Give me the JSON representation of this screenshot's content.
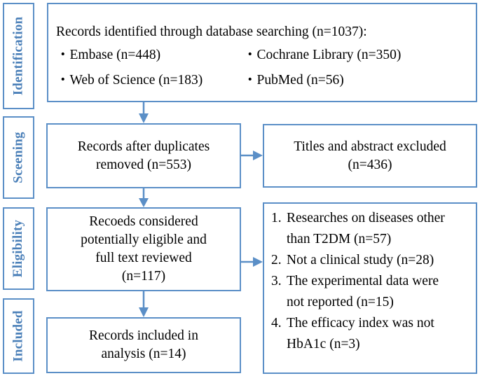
{
  "stages": {
    "identification": "Identification",
    "screening": "Sceening",
    "eligibility": "Eligibility",
    "included": "Included"
  },
  "identification_box": {
    "title": "Records identified through database searching (n=1037):",
    "sources": [
      "・Embase (n=448)",
      "・Cochrane Library (n=350)",
      "・Web of Science (n=183)",
      "・PubMed (n=56)"
    ]
  },
  "duplicates_box": {
    "line1": "Records after duplicates",
    "line2": "removed  (n=553)"
  },
  "excluded_box": {
    "line1": "Titles and abstract excluded",
    "line2": "(n=436)"
  },
  "eligible_box": {
    "line1": "Recoeds considered",
    "line2": "potentially eligible and",
    "line3": "full text reviewed",
    "line4": "(n=117)"
  },
  "fulltext_excluded": [
    {
      "num": "1.",
      "line1": "Researches on diseases other",
      "line2": "than T2DM  (n=57)"
    },
    {
      "num": "2.",
      "line1": "Not a clinical study  (n=28)",
      "line2": ""
    },
    {
      "num": "3.",
      "line1": "The experimental data were",
      "line2": "not reported  (n=15)"
    },
    {
      "num": "4.",
      "line1": "The efficacy index was not",
      "line2": "HbA1c (n=3)"
    }
  ],
  "included_box": {
    "line1": "Records included in",
    "line2": "analysis  (n=14)"
  },
  "colors": {
    "border": "#5b8fc7",
    "stage_text": "#4a7fb8"
  }
}
